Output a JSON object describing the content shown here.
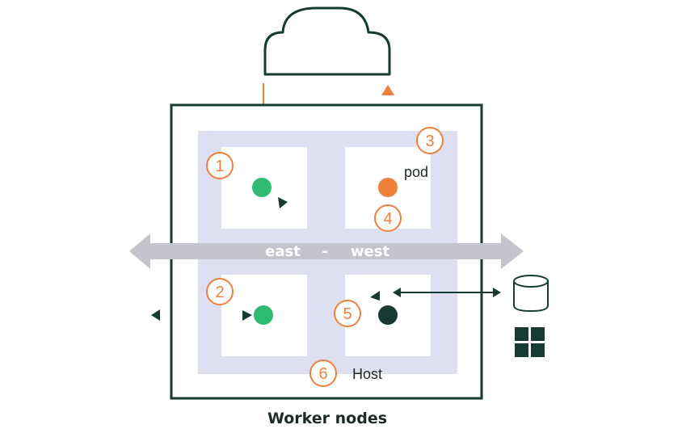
{
  "diagram": {
    "title": "Worker nodes",
    "traffic_label": {
      "left": "east",
      "separator": "-",
      "right": "west"
    },
    "labels": {
      "pod": "pod",
      "host": "Host"
    },
    "markers": [
      "1",
      "2",
      "3",
      "4",
      "5",
      "6"
    ],
    "colors": {
      "orange": "#f07f3c",
      "green": "#2fba72",
      "dark": "#173a32",
      "lavender": "#dedff0",
      "arrow_gray": "#c4c4cc"
    }
  }
}
